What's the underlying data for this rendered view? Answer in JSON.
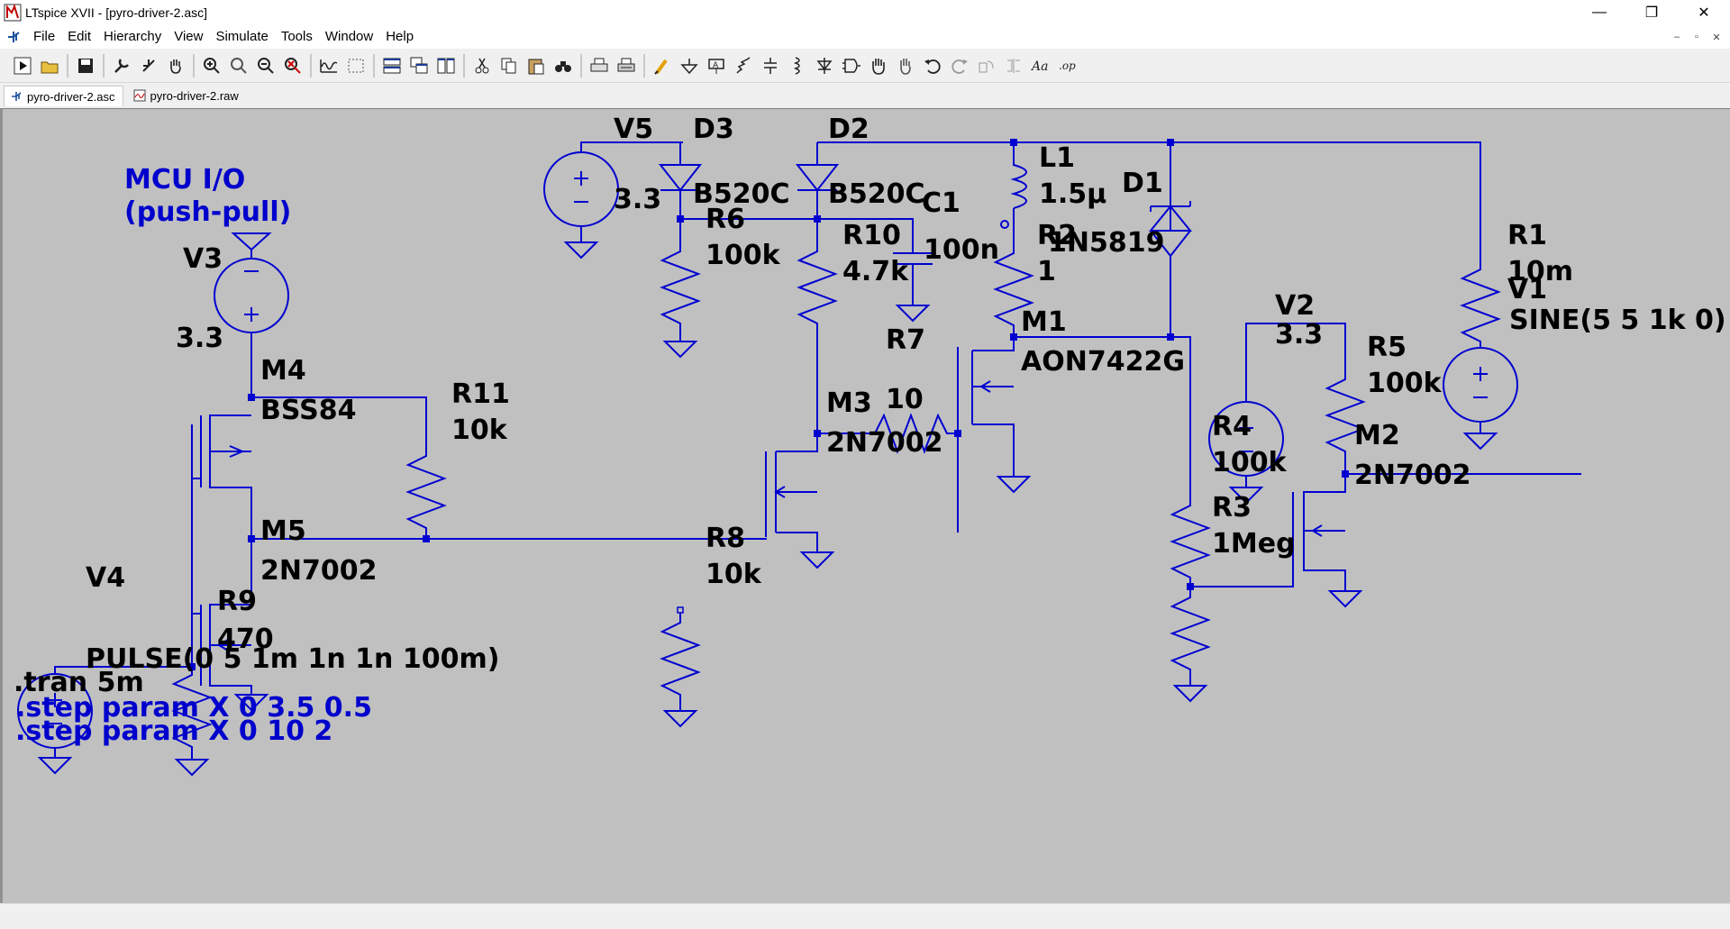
{
  "window": {
    "title": "LTspice XVII - [pyro-driver-2.asc]",
    "minimize": "—",
    "maximize": "❐",
    "close": "✕"
  },
  "menu": {
    "items": [
      "File",
      "Edit",
      "Hierarchy",
      "View",
      "Simulate",
      "Tools",
      "Window",
      "Help"
    ],
    "mdi_min": "–",
    "mdi_restore": "▫",
    "mdi_close": "✕"
  },
  "toolbar": {
    "icons": [
      "run-icon",
      "open-icon",
      "save-icon",
      "control-panel-icon",
      "halt-icon",
      "pan-icon",
      "zoom-in-icon",
      "zoom-pan-icon",
      "zoom-out-icon",
      "zoom-fit-icon",
      "waveform-icon",
      "autorange-icon",
      "tile-horizontal-icon",
      "cascade-icon",
      "tile-vertical-icon",
      "cut-icon",
      "copy-icon",
      "paste-icon",
      "find-icon",
      "print-icon",
      "print-setup-icon",
      "draw-wire-icon",
      "ground-icon",
      "label-net-icon",
      "resistor-icon",
      "capacitor-icon",
      "inductor-icon",
      "diode-icon",
      "component-icon",
      "move-icon",
      "drag-icon",
      "undo-icon",
      "redo-icon",
      "rotate-icon",
      "mirror-icon",
      "text-icon",
      "spice-directive-icon"
    ]
  },
  "tabs": [
    {
      "label": "pyro-driver-2.asc",
      "icon": "schematic-icon",
      "active": true
    },
    {
      "label": "pyro-driver-2.raw",
      "icon": "waveform-file-icon",
      "active": false
    }
  ],
  "schematic": {
    "comment1": "MCU I/O",
    "comment2": "(push-pull)",
    "components": {
      "V5": {
        "name": "V5",
        "value": "3.3"
      },
      "D3": {
        "name": "D3",
        "value": "B520C"
      },
      "D2": {
        "name": "D2",
        "value": "B520C"
      },
      "L1": {
        "name": "L1",
        "value": "1.5µ"
      },
      "D1": {
        "name": "D1",
        "value": "1N5819"
      },
      "R1": {
        "name": "R1",
        "value": "10m"
      },
      "V1": {
        "name": "V1",
        "value": "SINE(5 5 1k 0)"
      },
      "C1": {
        "name": "C1",
        "value": "100n"
      },
      "R6": {
        "name": "R6",
        "value": "100k"
      },
      "R10": {
        "name": "R10",
        "value": "4.7k"
      },
      "R2": {
        "name": "R2",
        "value": "1"
      },
      "V3": {
        "name": "V3",
        "value": "3.3"
      },
      "M4": {
        "name": "M4",
        "value": "BSS84"
      },
      "R11": {
        "name": "R11",
        "value": "10k"
      },
      "R7": {
        "name": "R7",
        "value": "10"
      },
      "M1": {
        "name": "M1",
        "value": "AON7422G"
      },
      "M3": {
        "name": "M3",
        "value": "2N7002"
      },
      "V2": {
        "name": "V2",
        "value": "3.3"
      },
      "R5": {
        "name": "R5",
        "value": "100k"
      },
      "R4": {
        "name": "R4",
        "value": "100k"
      },
      "M2": {
        "name": "M2",
        "value": "2N7002"
      },
      "R3": {
        "name": "R3",
        "value": "1Meg"
      },
      "M5": {
        "name": "M5",
        "value": "2N7002"
      },
      "R8": {
        "name": "R8",
        "value": "10k"
      },
      "V4": {
        "name": "V4",
        "value": "PULSE(0 5 1m 1n 1n 100m)"
      },
      "R9": {
        "name": "R9",
        "value": "470"
      }
    },
    "directives": {
      "tran": ".tran 5m",
      "step1": ".step param X 0 3.5 0.5",
      "step2": ".step param X 0 10 2"
    },
    "colors": {
      "background": "#c0c0c0",
      "wire": "#0000d0",
      "directive": "#0000cc"
    }
  }
}
